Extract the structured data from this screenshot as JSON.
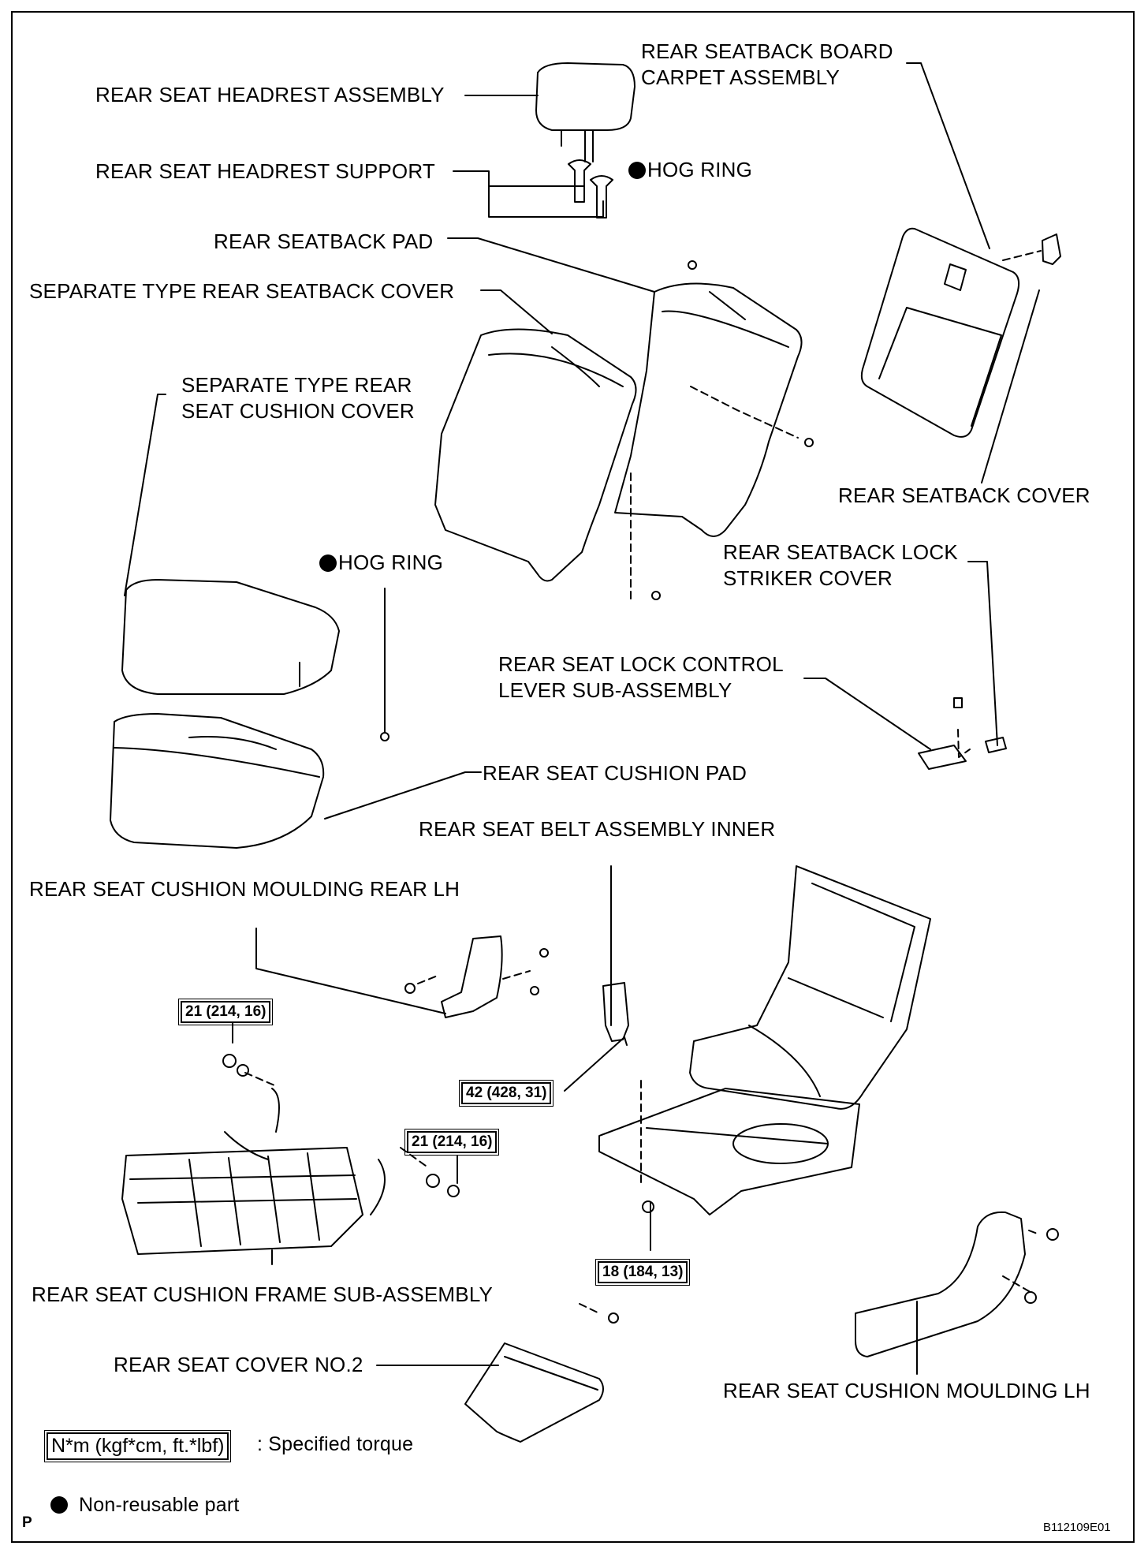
{
  "labels": {
    "headrest_assembly": "REAR SEAT HEADREST ASSEMBLY",
    "headrest_support": "REAR SEAT HEADREST SUPPORT",
    "hog_ring": "HOG RING",
    "seatback_pad": "REAR SEATBACK PAD",
    "seatback_cover_sep": "SEPARATE TYPE REAR SEATBACK COVER",
    "cushion_cover_sep_1": "SEPARATE TYPE REAR",
    "cushion_cover_sep_2": "SEAT CUSHION COVER",
    "board_carpet_1": "REAR SEATBACK BOARD",
    "board_carpet_2": "CARPET ASSEMBLY",
    "seatback_cover": "REAR SEATBACK COVER",
    "lock_striker_1": "REAR SEATBACK LOCK",
    "lock_striker_2": "STRIKER COVER",
    "lock_lever_1": "REAR SEAT LOCK CONTROL",
    "lock_lever_2": "LEVER SUB-ASSEMBLY",
    "cushion_pad": "REAR SEAT CUSHION PAD",
    "belt_inner": "REAR SEAT BELT ASSEMBLY INNER",
    "moulding_rear_lh": "REAR SEAT CUSHION MOULDING REAR LH",
    "cushion_frame": "REAR SEAT CUSHION FRAME SUB-ASSEMBLY",
    "cover_no2": "REAR SEAT COVER NO.2",
    "moulding_lh": "REAR SEAT CUSHION MOULDING LH"
  },
  "torques": {
    "t1": "21 (214, 16)",
    "t2": "21 (214, 16)",
    "t3": "42 (428, 31)",
    "t4": "18 (184, 13)"
  },
  "legend": {
    "torque_box": "N*m (kgf*cm, ft.*lbf)",
    "torque_desc": ": Specified torque",
    "nonreusable_desc": "Non-reusable part"
  },
  "footer": {
    "page_mark": "P",
    "figure_code": "B112109E01"
  }
}
